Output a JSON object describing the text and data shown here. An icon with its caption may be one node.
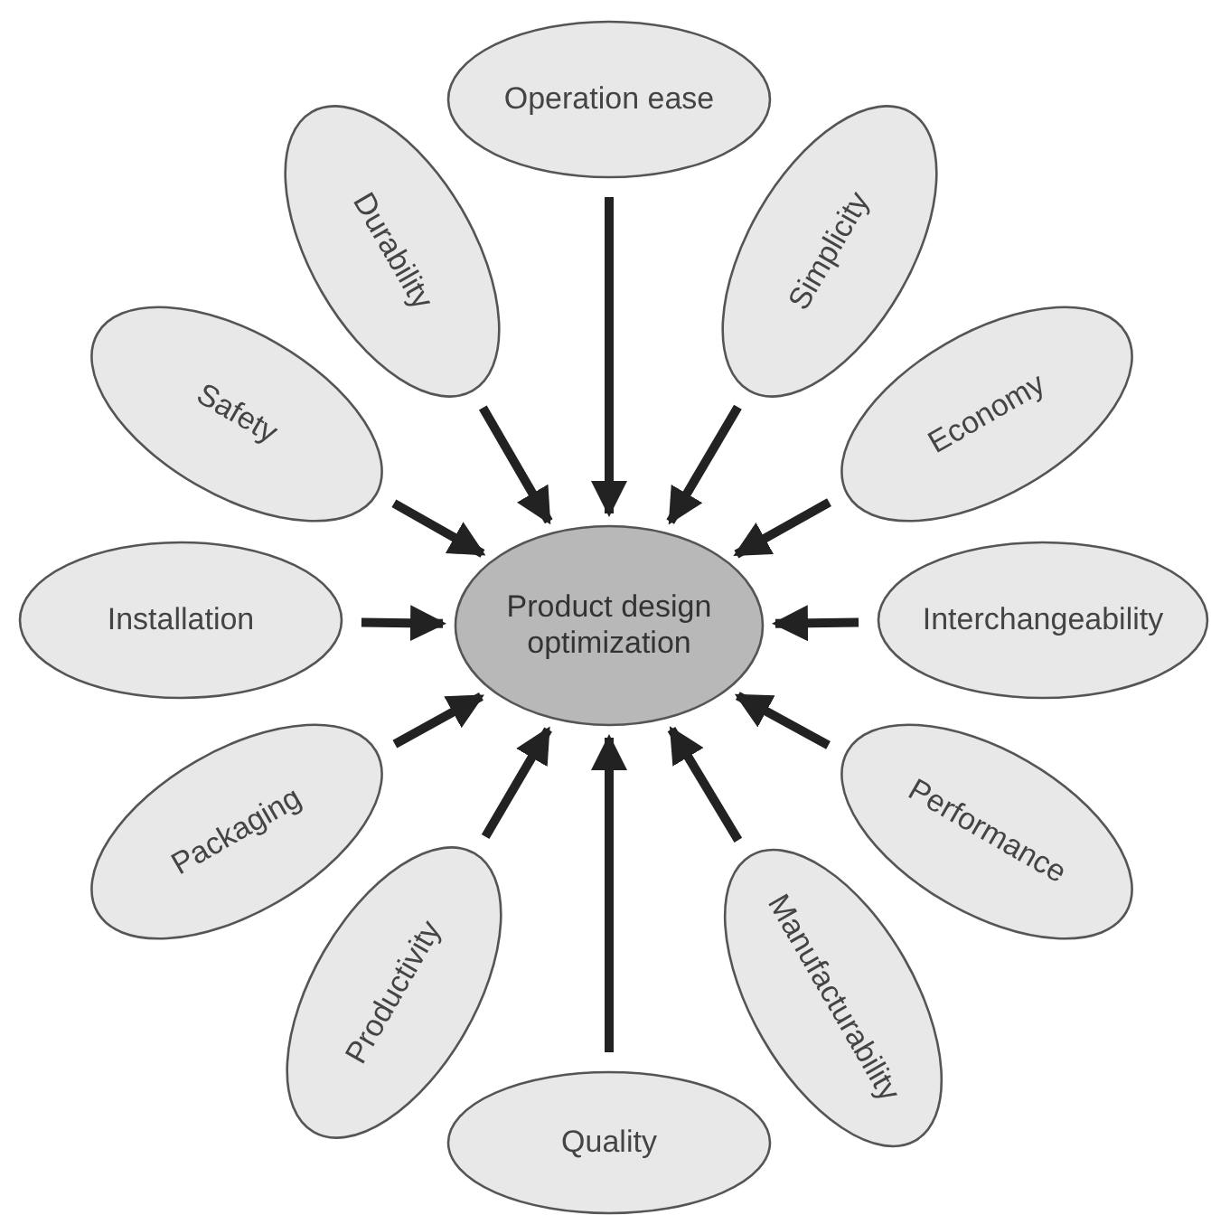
{
  "diagram": {
    "nodes": [
      {
        "text": [
          "Product design optimization"
        ]
      },
      {
        "text": [
          "Operation ease"
        ]
      },
      {
        "text": [
          "Simplicity"
        ]
      },
      {
        "text": [
          "Economy"
        ]
      },
      {
        "text": [
          "Interchangeability"
        ]
      },
      {
        "text": [
          "Performance"
        ]
      },
      {
        "text": [
          "Manufacturability"
        ]
      },
      {
        "text": [
          "Quality"
        ]
      },
      {
        "text": [
          "Productivity"
        ]
      },
      {
        "text": [
          "Packaging"
        ]
      },
      {
        "text": [
          "Installation"
        ]
      },
      {
        "text": [
          "Safety"
        ]
      },
      {
        "text": [
          "Durability"
        ]
      }
    ],
    "edges": [
      {
        "from": 1,
        "to": 0,
        "arrow": "to"
      },
      {
        "from": 2,
        "to": 0,
        "arrow": "to"
      },
      {
        "from": 3,
        "to": 0,
        "arrow": "to"
      },
      {
        "from": 4,
        "to": 0,
        "arrow": "to"
      },
      {
        "from": 5,
        "to": 0,
        "arrow": "to"
      },
      {
        "from": 6,
        "to": 0,
        "arrow": "to"
      },
      {
        "from": 7,
        "to": 0,
        "arrow": "to"
      },
      {
        "from": 8,
        "to": 0,
        "arrow": "to"
      },
      {
        "from": 9,
        "to": 0,
        "arrow": "to"
      },
      {
        "from": 10,
        "to": 0,
        "arrow": "to"
      },
      {
        "from": 11,
        "to": 0,
        "arrow": "to"
      },
      {
        "from": 12,
        "to": 0,
        "arrow": "to"
      }
    ]
  }
}
